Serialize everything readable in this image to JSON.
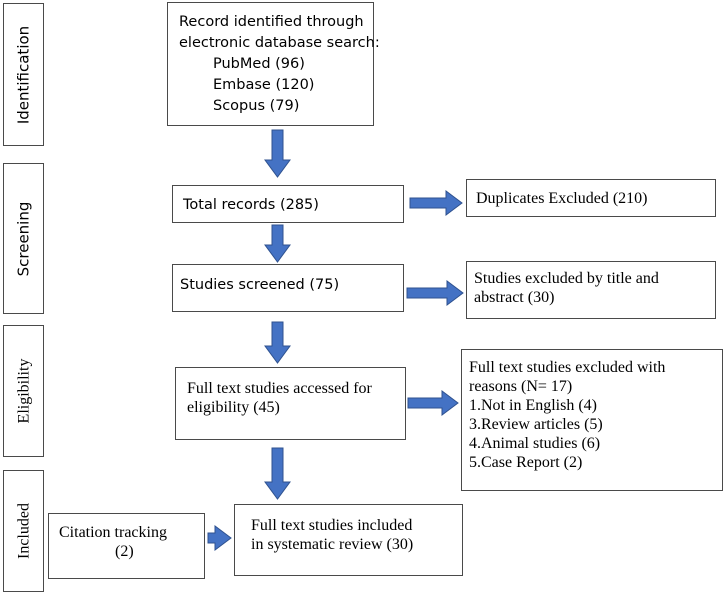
{
  "stages": {
    "identification": "Identification",
    "screening": "Screening",
    "eligibility": "Eligibility",
    "included": "Included"
  },
  "identification_box": {
    "line1": "Record identified through",
    "line2": "electronic database search:",
    "sources": [
      "PubMed (96)",
      "Embase (120)",
      "Scopus (79)"
    ]
  },
  "total_records": "Total records (285)",
  "duplicates_excluded": "Duplicates Excluded (210)",
  "studies_screened": "Studies screened  (75)",
  "excluded_title_abstract": {
    "line1": "Studies excluded by title and",
    "line2": "abstract (30)"
  },
  "full_text_accessed": {
    "line1": "Full text studies accessed for",
    "line2": "eligibility (45)"
  },
  "full_text_excluded": {
    "heading1": "Full text studies excluded with",
    "heading2": "reasons (N= 17)",
    "reasons": [
      "1.Not in English (4)",
      "3.Review articles (5)",
      "4.Animal studies (6)",
      "5.Case Report (2)"
    ]
  },
  "citation_tracking": {
    "line1": "Citation tracking",
    "line2": "(2)"
  },
  "full_text_included": {
    "line1": "Full text studies included",
    "line2": "in systematic review (30)"
  },
  "colors": {
    "arrow_fill": "#4472c4",
    "arrow_stroke": "#2f528f",
    "box_border": "#4a4a4a"
  }
}
